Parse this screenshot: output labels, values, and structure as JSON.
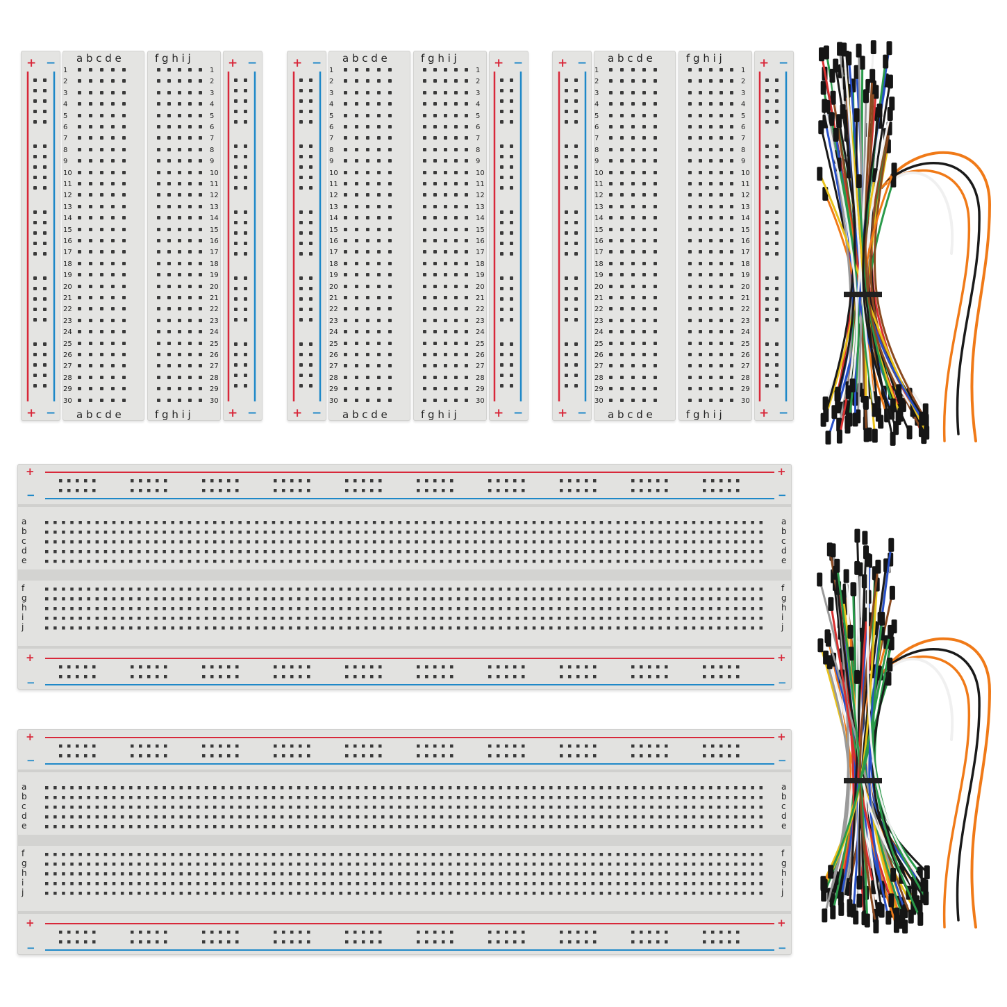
{
  "colors": {
    "positive_rail": "#d8283a",
    "negative_rail": "#1e88c8",
    "board": "#e4e4e2",
    "hole": "#3a3a3a"
  },
  "small_breadboard": {
    "count": 3,
    "rows": [
      "1",
      "2",
      "3",
      "4",
      "5",
      "6",
      "7",
      "8",
      "9",
      "10",
      "11",
      "12",
      "13",
      "14",
      "15",
      "16",
      "17",
      "18",
      "19",
      "20",
      "21",
      "22",
      "23",
      "24",
      "25",
      "26",
      "27",
      "28",
      "29",
      "30"
    ],
    "left_columns": "a b c d e",
    "right_columns": "f g h i j",
    "plus_sign": "+",
    "minus_sign": "−"
  },
  "large_breadboard": {
    "count": 2,
    "row_letters_top": [
      "a",
      "b",
      "c",
      "d",
      "e"
    ],
    "row_letters_bottom": [
      "f",
      "g",
      "h",
      "i",
      "j"
    ],
    "plus_sign": "+",
    "minus_sign": "−"
  },
  "jumper_wire_bundles": {
    "count": 2,
    "wire_colors": [
      "#1a1a1a",
      "#e8c21a",
      "#d83030",
      "#f07a18",
      "#2a9a4a",
      "#2850c8",
      "#f0f0f0",
      "#8a4a20",
      "#9a9a9a"
    ]
  }
}
